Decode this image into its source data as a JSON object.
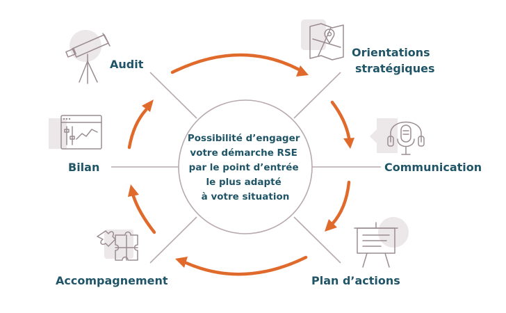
{
  "center": {
    "lines": [
      "Possibilité d’engager",
      "votre démarche RSE",
      "par le point d’entrée",
      "le plus adapté",
      "à votre situation"
    ]
  },
  "steps": {
    "audit": {
      "label": "Audit",
      "icon": "telescope-icon"
    },
    "orientations": {
      "line1": "Orientations",
      "line2": "stratégiques",
      "icon": "map-pin-icon"
    },
    "communication": {
      "label": "Communication",
      "icon": "microphone-headphones-icon"
    },
    "plan": {
      "label": "Plan d’actions",
      "icon": "presentation-board-icon"
    },
    "accompagnement": {
      "label": "Accompagnement",
      "icon": "puzzle-icon"
    },
    "bilan": {
      "label": "Bilan",
      "icon": "analytics-window-icon"
    }
  },
  "colors": {
    "accent": "#e06a2c",
    "text": "#1f5566",
    "lines": "#b7a9ad",
    "icon_bg": "#ece7e8"
  }
}
